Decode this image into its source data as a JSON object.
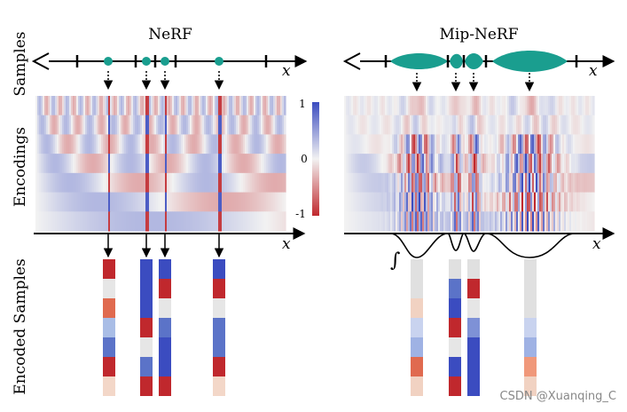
{
  "titles": {
    "left": "NeRF",
    "right": "Mip-NeRF"
  },
  "row_labels": {
    "samples": "Samples",
    "encodings": "Encodings",
    "encoded_samples": "Encoded Samples"
  },
  "axis_symbol": "x",
  "integral_symbol": "∫",
  "colorbar": {
    "max_label": "1",
    "mid_label": "0",
    "min_label": "-1",
    "high_color": "#3b4cc0",
    "mid_color": "#f2f2f2",
    "low_color": "#c0282d"
  },
  "colors": {
    "sample_marker": "#1a9e8f",
    "axis": "#000000"
  },
  "watermark": "CSDN @Xuanqing_C",
  "samples": {
    "nerf_points": 4,
    "mipnerf_frustums": 4
  },
  "encoded_columns": {
    "nerf": [
      [
        "#c0282d",
        "#e6e6e6",
        "#e06a4f",
        "#a9bde6",
        "#5b73c8",
        "#c0282d",
        "#f3d7c8"
      ],
      [
        "#3b4cc0",
        "#3b4cc0",
        "#3b4cc0",
        "#c0282d",
        "#e6e6e6",
        "#5b73c8",
        "#c0282d"
      ],
      [
        "#3b4cc0",
        "#c0282d",
        "#e6e6e6",
        "#5b73c8",
        "#3b4cc0",
        "#3b4cc0",
        "#c0282d"
      ],
      [
        "#3b4cc0",
        "#c0282d",
        "#e6e6e6",
        "#5b73c8",
        "#5b73c8",
        "#c0282d",
        "#f3d7c8"
      ]
    ],
    "mipnerf": [
      [
        "#e0e0e0",
        "#e0e0e0",
        "#f1d2c2",
        "#c9d3ef",
        "#9fb2e4",
        "#e06a4f",
        "#f1d2c2"
      ],
      [
        "#e0e0e0",
        "#5b73c8",
        "#3b4cc0",
        "#c0282d",
        "#e6e6e6",
        "#3b4cc0",
        "#c0282d"
      ],
      [
        "#e0e0e0",
        "#c0282d",
        "#e6e6e6",
        "#7e91d6",
        "#3b4cc0",
        "#3b4cc0",
        "#3b4cc0"
      ],
      [
        "#e0e0e0",
        "#e0e0e0",
        "#e0e0e0",
        "#c9d3ef",
        "#9fb2e4",
        "#f0987a",
        "#f1d2c2"
      ]
    ]
  }
}
